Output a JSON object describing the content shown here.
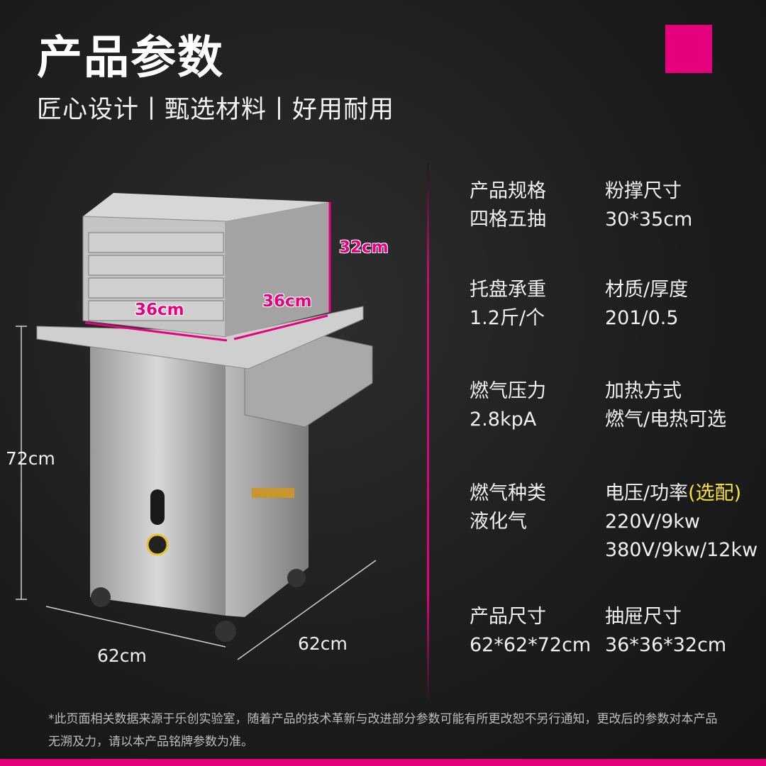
{
  "header": {
    "title": "产品参数",
    "subtitle": "匠心设计丨甄选材料丨好用耐用"
  },
  "colors": {
    "accent": "#e6007e",
    "optional": "#f5e23a"
  },
  "specs": [
    {
      "label": "产品规格",
      "value": "四格五抽"
    },
    {
      "label": "粉撑尺寸",
      "value": "30*35cm"
    },
    {
      "label": "托盘承重",
      "value": "1.2斤/个"
    },
    {
      "label": "材质/厚度",
      "value": "201/0.5"
    },
    {
      "label": "燃气压力",
      "value": "2.8kpA"
    },
    {
      "label": "加热方式",
      "value": "燃气/电热可选"
    },
    {
      "label": "燃气种类",
      "value": "液化气"
    },
    {
      "label": "电压/功率",
      "label_note": "(选配)",
      "value": "220V/9kw",
      "value2": "380V/9kw/12kw"
    },
    {
      "label": "产品尺寸",
      "value": "62*62*72cm"
    },
    {
      "label": "抽屉尺寸",
      "value": "36*36*32cm"
    }
  ],
  "dimensions": {
    "drawer_height": "32cm",
    "drawer_width": "36cm",
    "drawer_depth": "36cm",
    "height": "72cm",
    "width": "62cm",
    "depth": "62cm"
  },
  "footnote": "*此页面相关数据来源于乐创实验室，随着产品的技术革新与改进部分参数可能有所更改恕不另行通知，更改后的参数对本产品无溯及力，请以本产品铭牌参数为准。"
}
